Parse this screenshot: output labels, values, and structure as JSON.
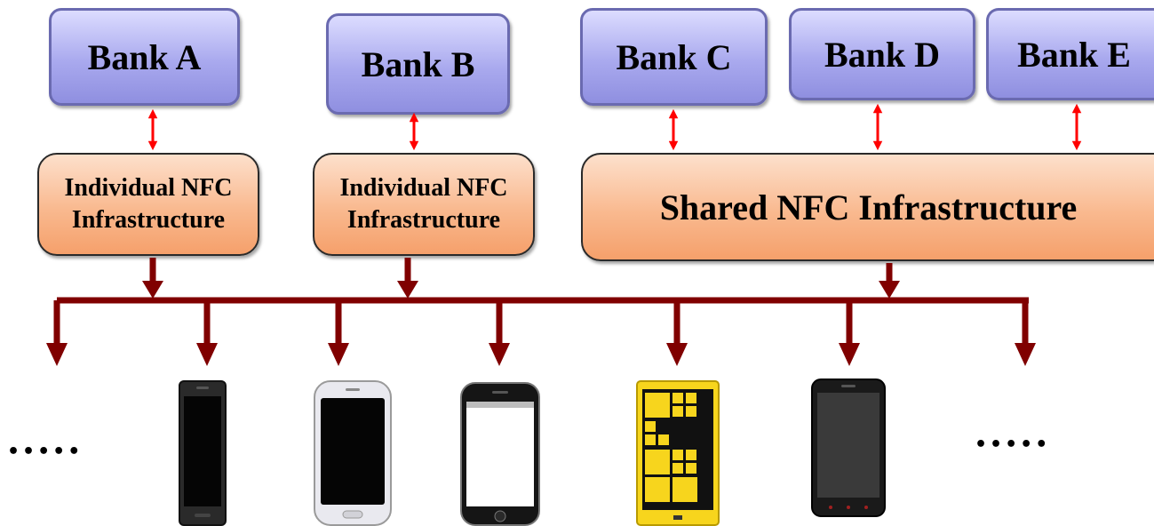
{
  "banks": {
    "a": "Bank A",
    "b": "Bank B",
    "c": "Bank C",
    "d": "Bank D",
    "e": "Bank E"
  },
  "infrastructure": {
    "individual_1": [
      "Individual NFC",
      "Infrastructure"
    ],
    "individual_2": [
      "Individual NFC",
      "Infrastructure"
    ],
    "shared": "Shared NFC Infrastructure"
  },
  "ellipsis": {
    "left": "•••••",
    "right": "•••••"
  },
  "colors": {
    "bank_fill": "#a9a9ee",
    "bank_border": "#6a6ab0",
    "infra_fill": "#f9b98f",
    "bus_line": "#800000",
    "bank_link_arrow": "#ff0000",
    "tile_yellow": "#f7d51d"
  },
  "devices": [
    {
      "name": "black-slider-smartphone"
    },
    {
      "name": "white-galaxy-smartphone"
    },
    {
      "name": "iphone"
    },
    {
      "name": "yellow-windows-phone"
    },
    {
      "name": "black-android-smartphone"
    }
  ]
}
